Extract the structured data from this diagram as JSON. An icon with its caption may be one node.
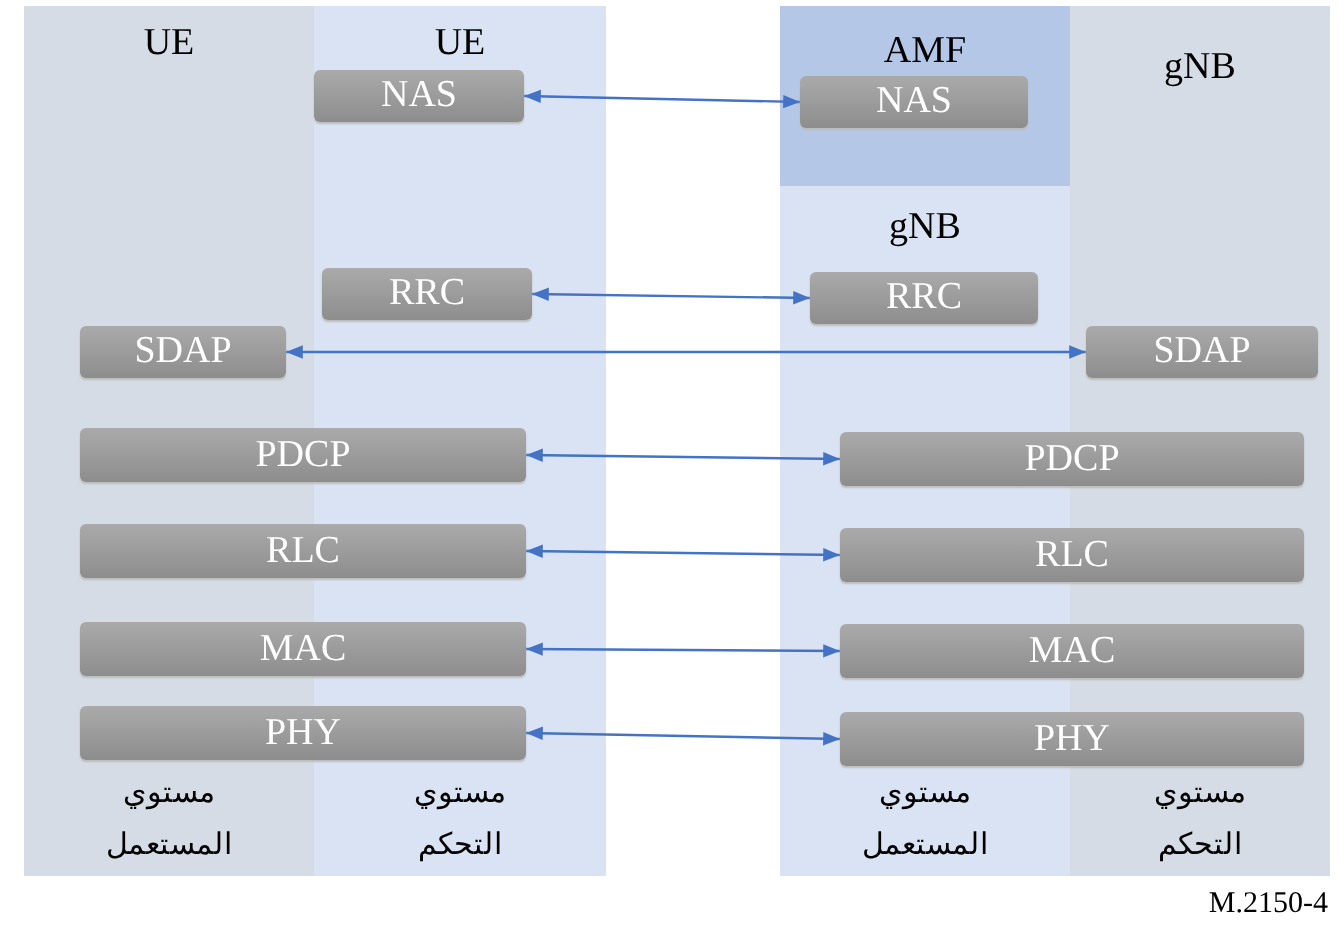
{
  "diagram": {
    "nodes": [
      {
        "text": [
          "UE",
          "مستوي المستعمل"
        ]
      },
      {
        "text": [
          "UE",
          "مستوي التحكم"
        ]
      },
      {
        "text": [
          "AMF"
        ]
      },
      {
        "text": [
          "gNB",
          "مستوي المستعمل"
        ]
      },
      {
        "text": [
          "gNB",
          "مستوي التحكم"
        ]
      },
      {
        "text": [
          "NAS"
        ],
        "in": 1
      },
      {
        "text": [
          "NAS"
        ],
        "in": 2
      },
      {
        "text": [
          "RRC"
        ],
        "in": 1
      },
      {
        "text": [
          "RRC"
        ],
        "in": 3
      },
      {
        "text": [
          "SDAP"
        ],
        "in": 0
      },
      {
        "text": [
          "SDAP"
        ],
        "in": 4
      },
      {
        "text": [
          "PDCP"
        ]
      },
      {
        "text": [
          "PDCP"
        ]
      },
      {
        "text": [
          "RLC"
        ]
      },
      {
        "text": [
          "RLC"
        ]
      },
      {
        "text": [
          "MAC"
        ]
      },
      {
        "text": [
          "MAC"
        ]
      },
      {
        "text": [
          "PHY"
        ]
      },
      {
        "text": [
          "PHY"
        ]
      }
    ],
    "edges": [
      {
        "from": 5,
        "to": 6,
        "arrow": "both"
      },
      {
        "from": 7,
        "to": 8,
        "arrow": "both"
      },
      {
        "from": 9,
        "to": 10,
        "arrow": "both"
      },
      {
        "from": 11,
        "to": 12,
        "arrow": "both"
      },
      {
        "from": 13,
        "to": 14,
        "arrow": "both"
      },
      {
        "from": 15,
        "to": 16,
        "arrow": "both"
      },
      {
        "from": 17,
        "to": 18,
        "arrow": "both"
      }
    ],
    "labels": [
      "M.2150-4"
    ]
  }
}
